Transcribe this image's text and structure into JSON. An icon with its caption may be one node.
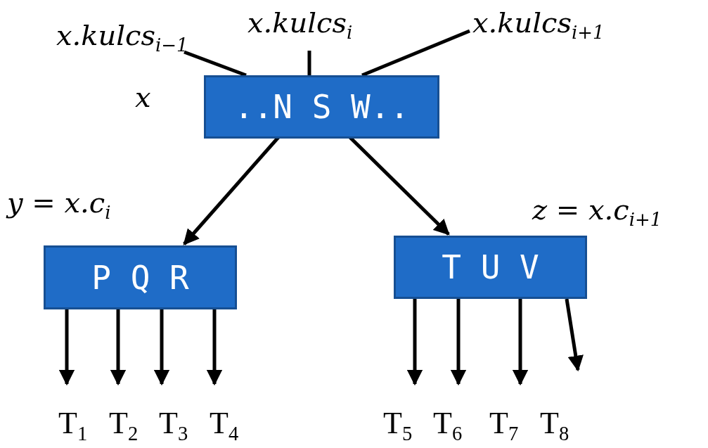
{
  "diagram": {
    "nodes": [
      {
        "text": [
          "x.kulcs$_{i−1}$"
        ]
      },
      {
        "text": [
          "x.kulcs$_{i}$"
        ]
      },
      {
        "text": [
          "x.kulcs$_{i+1}$"
        ]
      },
      {
        "text": [
          "..N S W.."
        ],
        "beside": [
          "x"
        ]
      },
      {
        "text": [
          "P Q R"
        ],
        "beside": [
          "y = x.c$_{i}$"
        ]
      },
      {
        "text": [
          "T U V"
        ],
        "beside": [
          "z = x.c$_{i+1}$"
        ]
      },
      {
        "text": [
          "T$_{1}$"
        ]
      },
      {
        "text": [
          "T$_{2}$"
        ]
      },
      {
        "text": [
          "T$_{3}$"
        ]
      },
      {
        "text": [
          "T$_{4}$"
        ]
      },
      {
        "text": [
          "T$_{5}$"
        ]
      },
      {
        "text": [
          "T$_{6}$"
        ]
      },
      {
        "text": [
          "T$_{7}$"
        ]
      },
      {
        "text": [
          "T$_{8}$"
        ]
      }
    ],
    "edges": [
      {
        "from": 0,
        "to": 3,
        "arrow": "none"
      },
      {
        "from": 1,
        "to": 3,
        "arrow": "none"
      },
      {
        "from": 2,
        "to": 3,
        "arrow": "none"
      },
      {
        "from": 3,
        "to": 4,
        "arrow": "to"
      },
      {
        "from": 3,
        "to": 5,
        "arrow": "to"
      },
      {
        "from": 4,
        "to": 6,
        "arrow": "to"
      },
      {
        "from": 4,
        "to": 7,
        "arrow": "to"
      },
      {
        "from": 4,
        "to": 8,
        "arrow": "to"
      },
      {
        "from": 4,
        "to": 9,
        "arrow": "to"
      },
      {
        "from": 5,
        "to": 10,
        "arrow": "to"
      },
      {
        "from": 5,
        "to": 11,
        "arrow": "to"
      },
      {
        "from": 5,
        "to": 12,
        "arrow": "to"
      },
      {
        "from": 5,
        "to": 13,
        "arrow": "to"
      }
    ]
  }
}
